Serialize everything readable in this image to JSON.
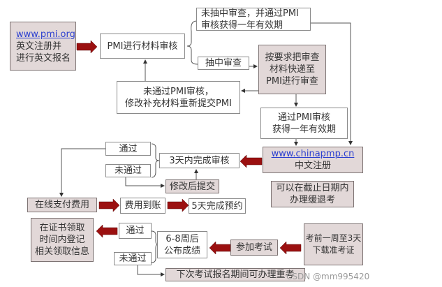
{
  "boxes": {
    "pmi_register": {
      "link": "www.pmi.org",
      "line1": "英文注册并",
      "line2": "进行英文报名"
    },
    "pmi_review": "PMI进行材料审核",
    "not_sampled": {
      "line1": "未抽中审查，并通过PMI",
      "line2": "审核获得一年有效期"
    },
    "sampled": "抽中审查",
    "send_materials": {
      "line1": "按要求把审查",
      "line2": "材料快递至",
      "line3": "PMI进行审查"
    },
    "resubmit": {
      "line1": "未通过PMI审核，",
      "line2": "修改补充材料重新提交PMI"
    },
    "pass_pmi": {
      "line1": "通过PMI审核",
      "line2": "获得一年有效期"
    },
    "chinapmp": {
      "link": "www.chinapmp.cn",
      "line1": "中文注册"
    },
    "defer": {
      "line1": "可以在截止日期内",
      "line2": "办理缓退考"
    },
    "review_3days": "3天内完成审核",
    "pass1": "通过",
    "fail1": "未通过",
    "modify_submit": "修改后提交",
    "pay_online": "在线支付费用",
    "payment_received": "费用到账",
    "booking_5days": "5天完成预约",
    "certificate": {
      "line1": "在证书领取",
      "line2": "时间内登记",
      "line3": "相关领取信息"
    },
    "pass2": "通过",
    "fail2": "未通过",
    "results": {
      "line1": "6-8周后",
      "line2": "公布成绩"
    },
    "take_exam": "参加考试",
    "admission": {
      "line1": "考前一周至3天",
      "line2": "下载准考证"
    },
    "retake": "下次考试报名期间可办理重考"
  },
  "watermark": "CSDN @mm995420",
  "colors": {
    "arrow": "#9b1010",
    "shade": "#e2d8d8",
    "link": "#2b3fd0"
  }
}
